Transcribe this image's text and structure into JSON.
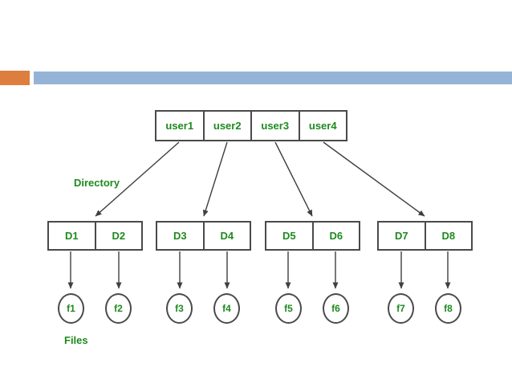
{
  "colors": {
    "accent_orange": "#DD7E3F",
    "accent_blue": "#95B3D7",
    "text_green": "#1E8A1E",
    "line": "#3F3F3F",
    "border": "#4A4A4A"
  },
  "diagram": {
    "title_hint": "Two-level directory structure",
    "users": [
      "user1",
      "user2",
      "user3",
      "user4"
    ],
    "directories": [
      [
        "D1",
        "D2"
      ],
      [
        "D3",
        "D4"
      ],
      [
        "D5",
        "D6"
      ],
      [
        "D7",
        "D8"
      ]
    ],
    "files": [
      "f1",
      "f2",
      "f3",
      "f4",
      "f5",
      "f6",
      "f7",
      "f8"
    ],
    "labels": {
      "directory": "Directory",
      "files": "Files"
    }
  }
}
